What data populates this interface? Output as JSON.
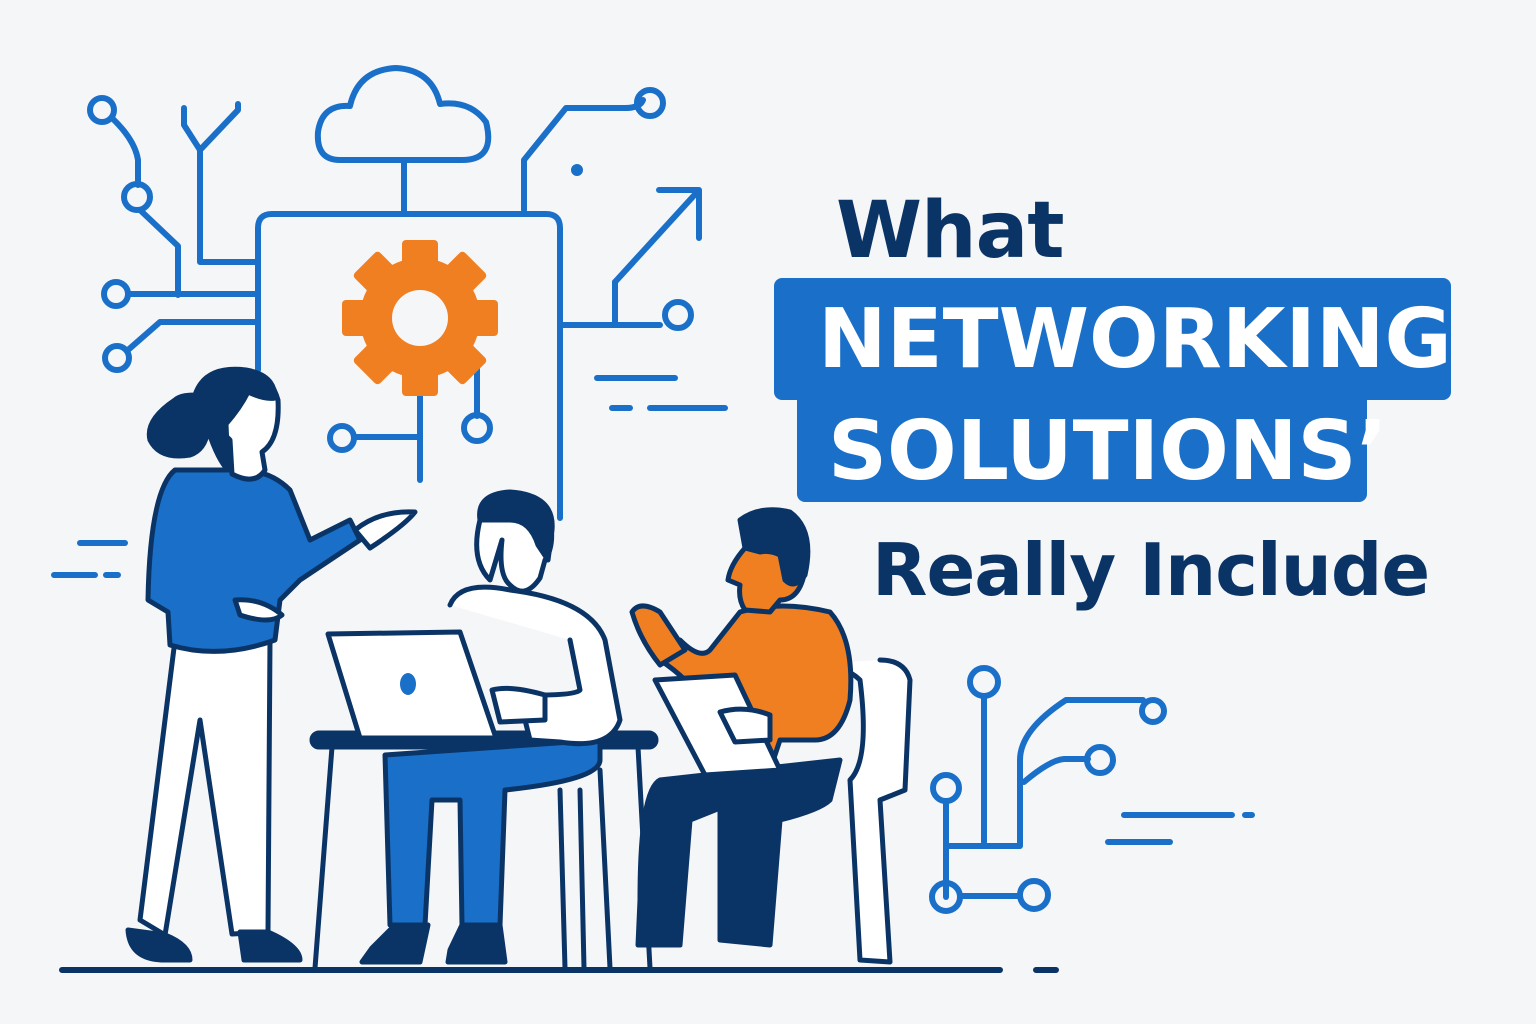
{
  "headline": {
    "line1": "What",
    "line2": "NETWORKING",
    "line3": "SOLUTIONS’",
    "line4": "Really Include"
  },
  "colors": {
    "background": "#f5f6f8",
    "primary_blue": "#1a70c8",
    "navy": "#0b3466",
    "orange": "#f07f22",
    "white": "#ffffff"
  },
  "illustration": {
    "icons": [
      "cloud-icon",
      "gear-icon",
      "arrow-up-right-icon",
      "circuit-lines-icon",
      "laptop-icon",
      "tablet-icon"
    ],
    "people": [
      "standing-woman-blue-sweater",
      "seated-man-laptop",
      "seated-man-orange-sweater"
    ]
  }
}
